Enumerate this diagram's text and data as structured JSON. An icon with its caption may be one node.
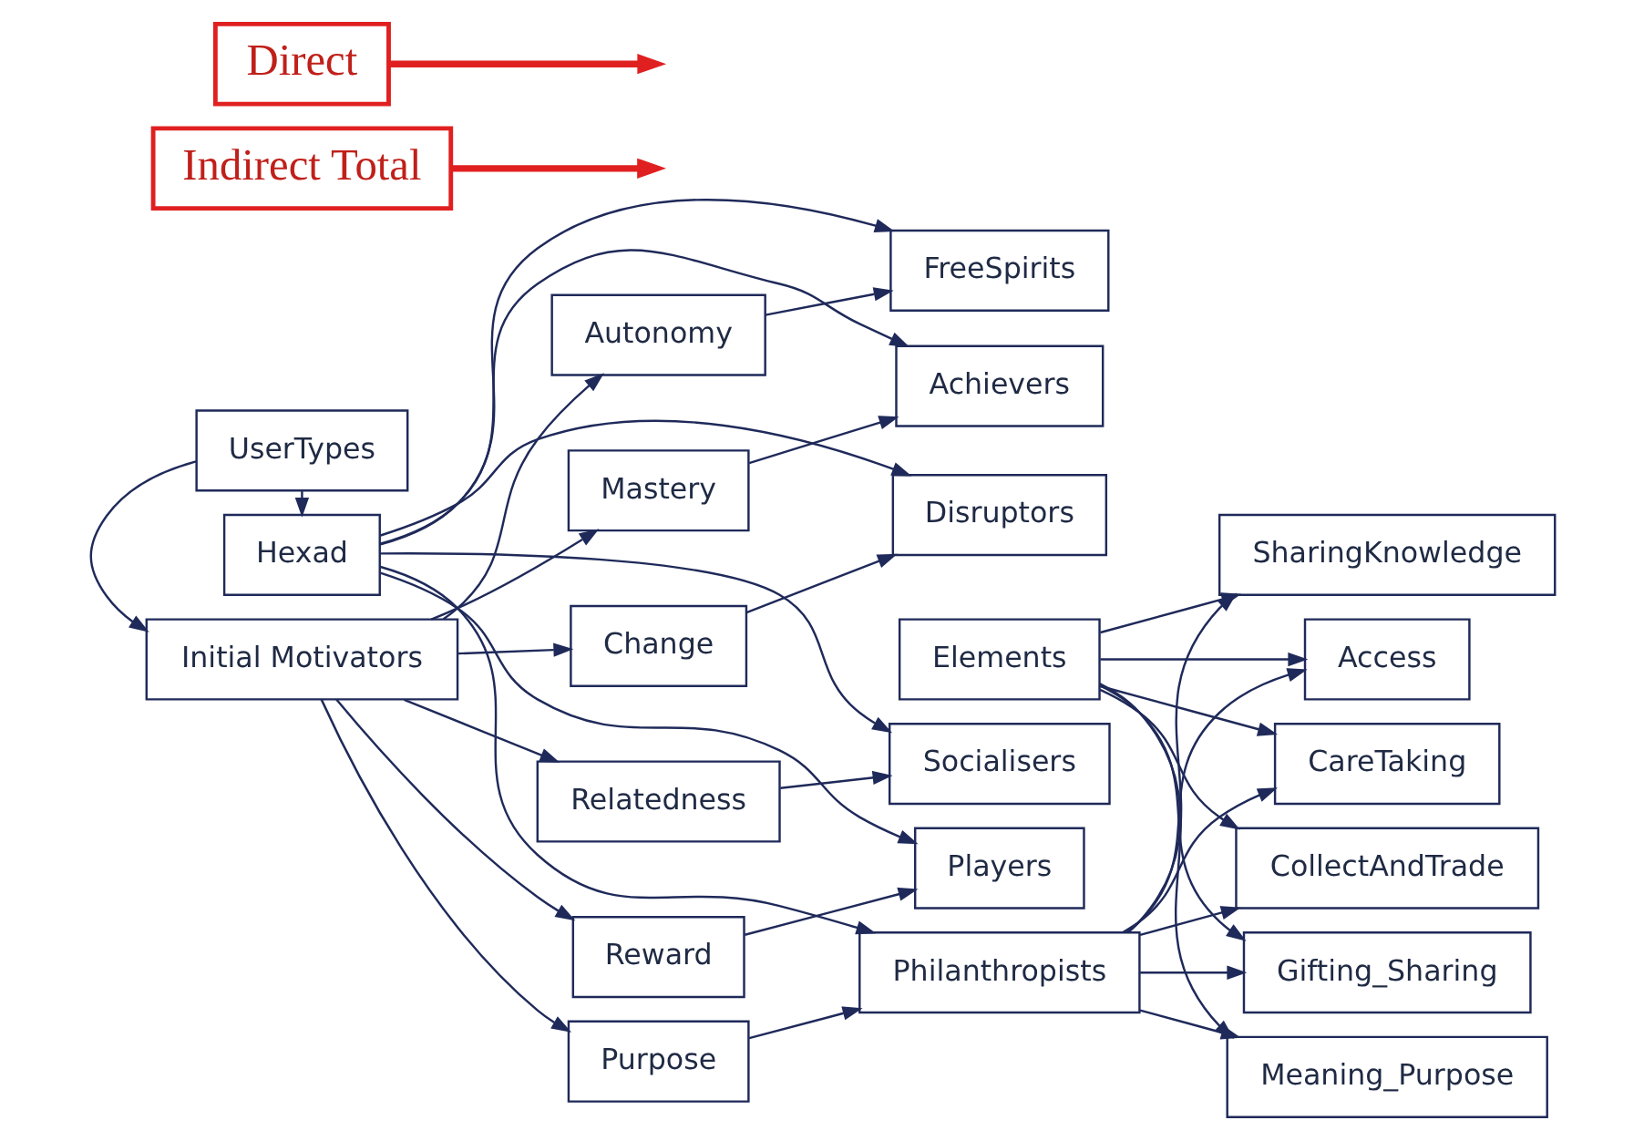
{
  "diagram": {
    "nodes": [
      {
        "text": [
          "UserTypes"
        ]
      },
      {
        "text": [
          "Hexad"
        ]
      },
      {
        "text": [
          "Initial Motivators"
        ]
      },
      {
        "text": [
          "Disruptors"
        ]
      },
      {
        "text": [
          "FreeSpirits"
        ]
      },
      {
        "text": [
          "Players"
        ]
      },
      {
        "text": [
          "Achievers"
        ]
      },
      {
        "text": [
          "Socialisers"
        ]
      },
      {
        "text": [
          "Philanthropists"
        ]
      },
      {
        "text": [
          "Change"
        ]
      },
      {
        "text": [
          "Autonomy"
        ]
      },
      {
        "text": [
          "Reward"
        ]
      },
      {
        "text": [
          "Mastery"
        ]
      },
      {
        "text": [
          "Relatedness"
        ]
      },
      {
        "text": [
          "Purpose"
        ]
      },
      {
        "text": [
          "Elements"
        ]
      },
      {
        "text": [
          "SharingKnowledge"
        ]
      },
      {
        "text": [
          "Access"
        ]
      },
      {
        "text": [
          "CareTaking"
        ]
      },
      {
        "text": [
          "CollectAndTrade"
        ]
      },
      {
        "text": [
          "Gifting_Sharing"
        ]
      },
      {
        "text": [
          "Meaning_Purpose"
        ]
      },
      {
        "text": [
          "Indirect Total"
        ]
      },
      {
        "text": [
          "Direct"
        ]
      }
    ],
    "edges": [
      {
        "from": 0,
        "to": 1,
        "arrow": "to"
      },
      {
        "from": 0,
        "to": 2,
        "arrow": "to"
      },
      {
        "from": 1,
        "to": 3,
        "arrow": "to"
      },
      {
        "from": 1,
        "to": 4,
        "arrow": "to"
      },
      {
        "from": 1,
        "to": 5,
        "arrow": "to"
      },
      {
        "from": 1,
        "to": 6,
        "arrow": "to"
      },
      {
        "from": 1,
        "to": 7,
        "arrow": "to"
      },
      {
        "from": 1,
        "to": 8,
        "arrow": "to"
      },
      {
        "from": 2,
        "to": 9,
        "arrow": "to"
      },
      {
        "from": 2,
        "to": 10,
        "arrow": "to"
      },
      {
        "from": 2,
        "to": 11,
        "arrow": "to"
      },
      {
        "from": 2,
        "to": 12,
        "arrow": "to"
      },
      {
        "from": 2,
        "to": 13,
        "arrow": "to"
      },
      {
        "from": 2,
        "to": 14,
        "arrow": "to"
      },
      {
        "from": 9,
        "to": 3,
        "arrow": "to"
      },
      {
        "from": 10,
        "to": 4,
        "arrow": "to"
      },
      {
        "from": 11,
        "to": 5,
        "arrow": "to"
      },
      {
        "from": 12,
        "to": 6,
        "arrow": "to"
      },
      {
        "from": 13,
        "to": 7,
        "arrow": "to"
      },
      {
        "from": 14,
        "to": 8,
        "arrow": "to"
      },
      {
        "from": 8,
        "to": 16,
        "arrow": "to"
      },
      {
        "from": 8,
        "to": 17,
        "arrow": "to"
      },
      {
        "from": 8,
        "to": 18,
        "arrow": "to"
      },
      {
        "from": 8,
        "to": 19,
        "arrow": "to"
      },
      {
        "from": 8,
        "to": 20,
        "arrow": "to"
      },
      {
        "from": 8,
        "to": 21,
        "arrow": "to"
      },
      {
        "from": 15,
        "to": 16,
        "arrow": "to"
      },
      {
        "from": 15,
        "to": 17,
        "arrow": "to"
      },
      {
        "from": 15,
        "to": 18,
        "arrow": "to"
      },
      {
        "from": 15,
        "to": 19,
        "arrow": "to"
      },
      {
        "from": 15,
        "to": 20,
        "arrow": "to"
      },
      {
        "from": 15,
        "to": 21,
        "arrow": "to"
      },
      {
        "from": 22,
        "to": null,
        "arrow": "to",
        "style": "thick",
        "color": "#e02020"
      },
      {
        "from": 23,
        "to": null,
        "arrow": "to",
        "style": "thick",
        "color": "#e02020"
      }
    ]
  }
}
